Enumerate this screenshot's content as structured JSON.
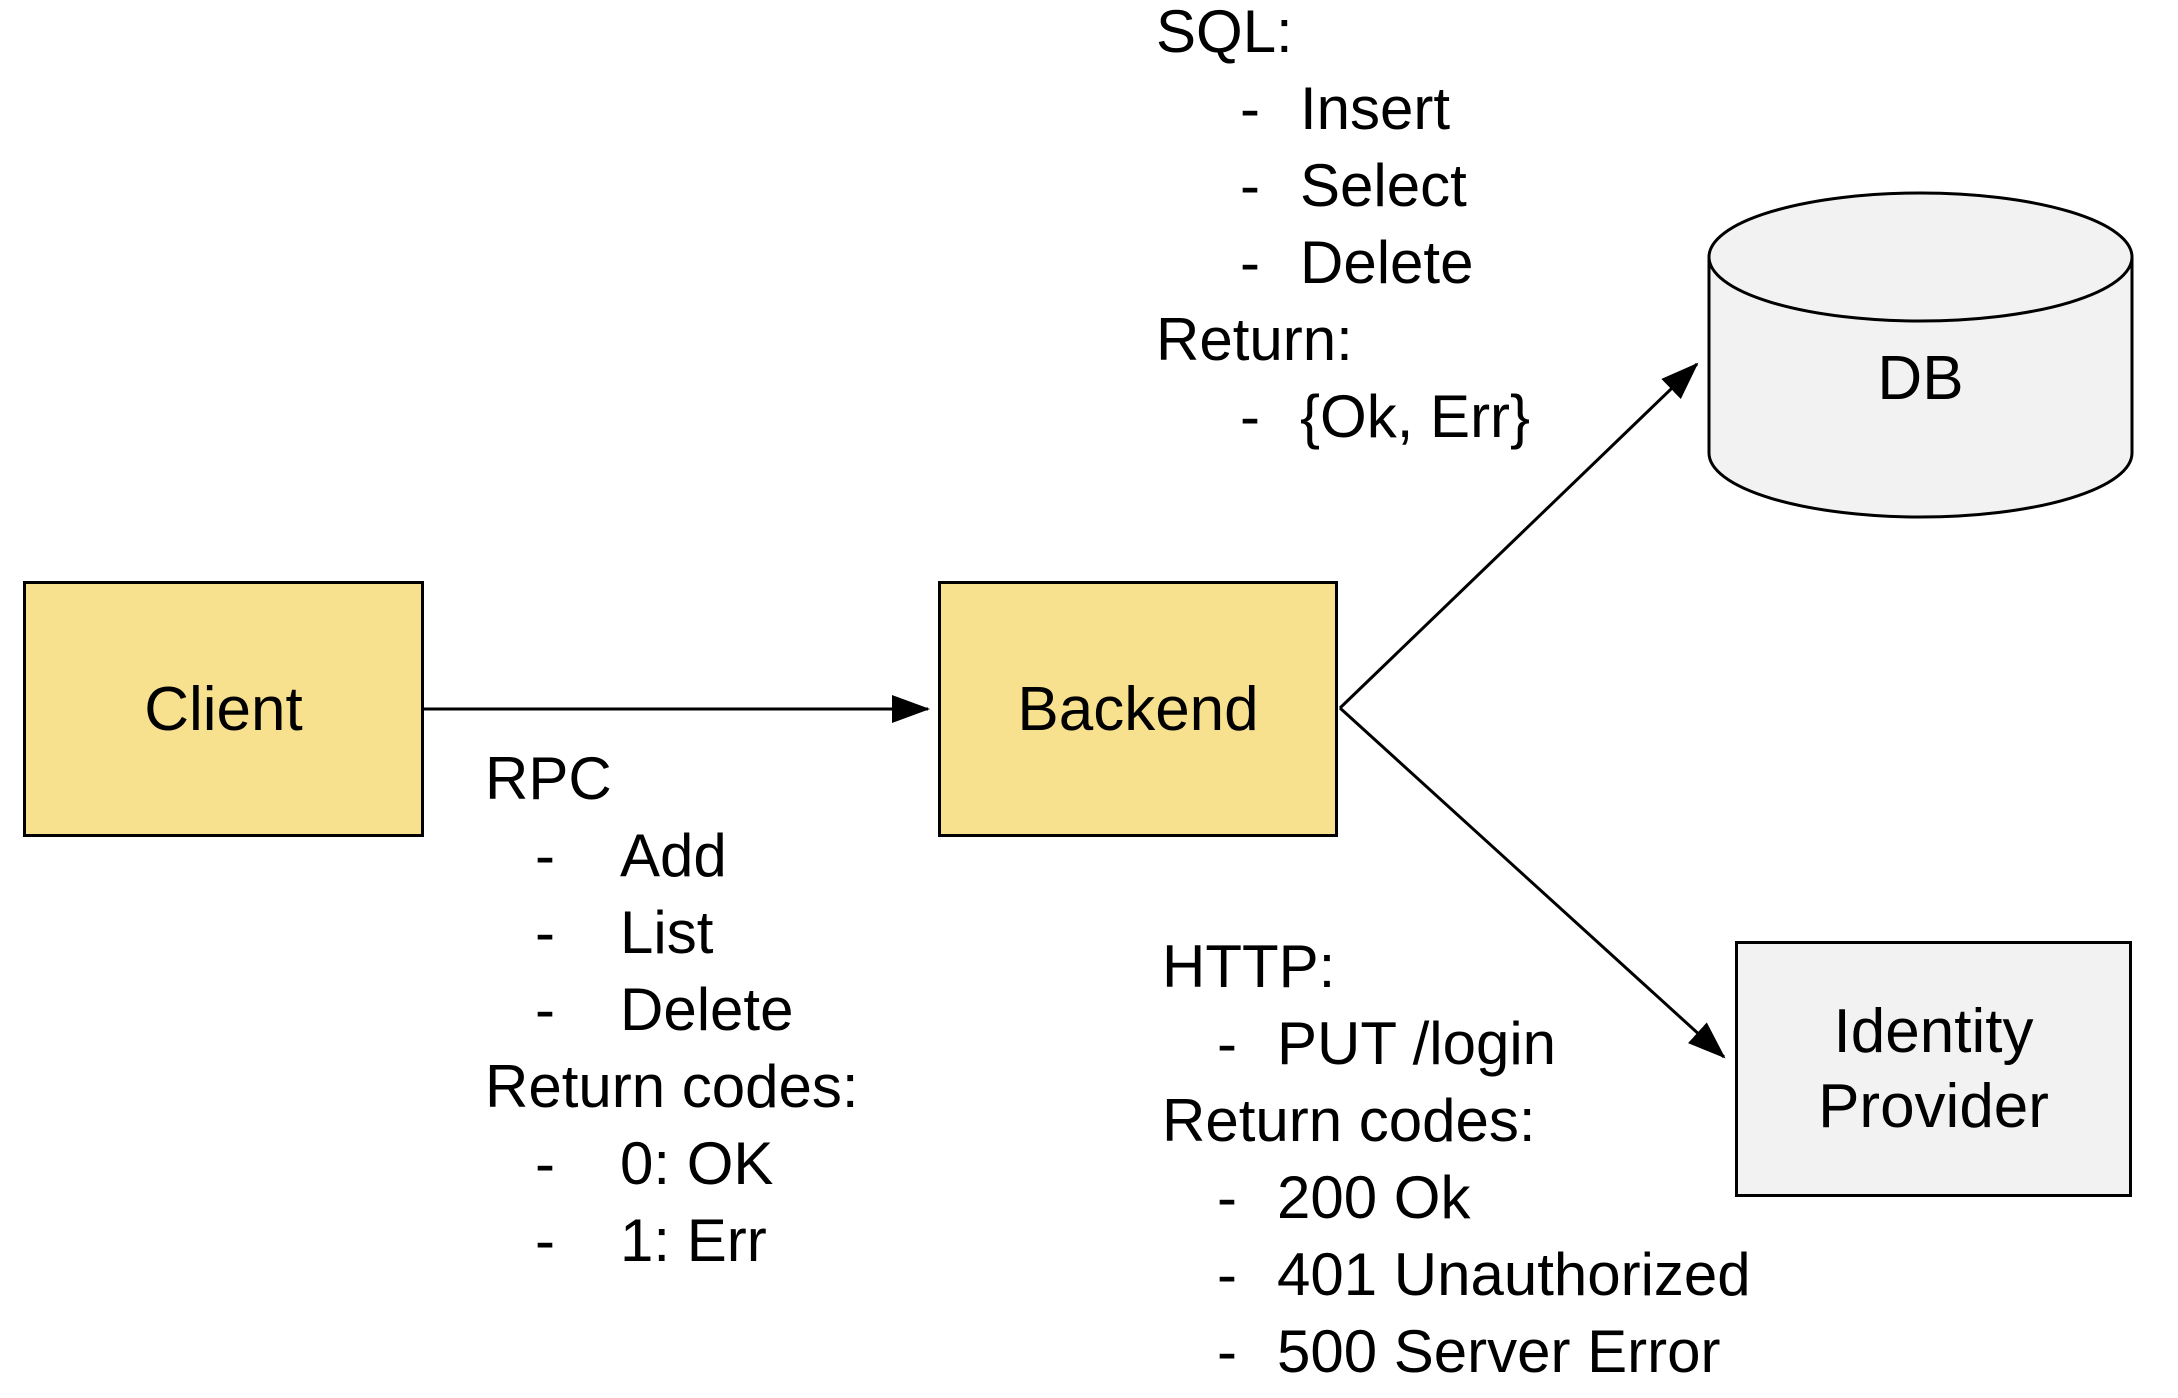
{
  "diagram_title": "",
  "colors": {
    "node_fill_yellow": "#f7e08e",
    "node_fill_gray": "#f2f2f2",
    "stroke": "#000000",
    "text": "#000000",
    "background": "#ffffff"
  },
  "nodes": {
    "client": {
      "label": "Client",
      "shape": "rectangle"
    },
    "backend": {
      "label": "Backend",
      "shape": "rectangle"
    },
    "db": {
      "label": "DB",
      "shape": "cylinder"
    },
    "identity_provider": {
      "label": "Identity Provider",
      "shape": "rectangle"
    }
  },
  "edges": [
    {
      "name": "client-to-backend",
      "from": "Client",
      "to": "Backend"
    },
    {
      "name": "backend-to-db",
      "from": "Backend",
      "to": "DB"
    },
    {
      "name": "backend-to-identity-provider",
      "from": "Backend",
      "to": "Identity Provider"
    }
  ],
  "bullet_char": "-",
  "annotations": {
    "sql": {
      "lines": [
        {
          "type": "header",
          "text": "SQL:"
        },
        {
          "type": "item",
          "text": "Insert"
        },
        {
          "type": "item",
          "text": "Select"
        },
        {
          "type": "item",
          "text": "Delete"
        },
        {
          "type": "header",
          "text": "Return:"
        },
        {
          "type": "item",
          "text": "{Ok, Err}"
        }
      ]
    },
    "rpc": {
      "lines": [
        {
          "type": "header",
          "text": "RPC"
        },
        {
          "type": "item",
          "text": "Add"
        },
        {
          "type": "item",
          "text": "List"
        },
        {
          "type": "item",
          "text": "Delete"
        },
        {
          "type": "header",
          "text": "Return codes:"
        },
        {
          "type": "item",
          "text": "0: OK"
        },
        {
          "type": "item",
          "text": "1: Err"
        }
      ]
    },
    "http": {
      "lines": [
        {
          "type": "header",
          "text": "HTTP:"
        },
        {
          "type": "item",
          "text": "PUT /login"
        },
        {
          "type": "header",
          "text": "Return codes:"
        },
        {
          "type": "item",
          "text": "200 Ok"
        },
        {
          "type": "item",
          "text": "401 Unauthorized"
        },
        {
          "type": "item",
          "text": "500 Server Error"
        }
      ]
    }
  }
}
